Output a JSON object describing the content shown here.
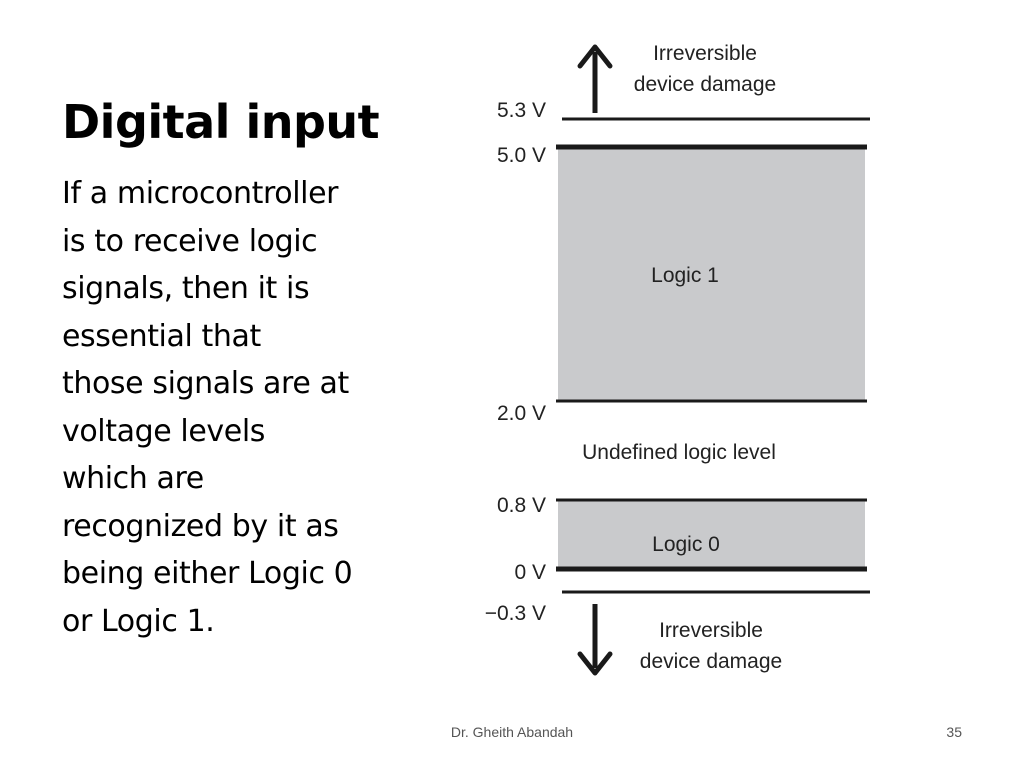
{
  "slide": {
    "title": "Digital input",
    "body_lines": [
      "If a microcontroller",
      "is to receive logic",
      "signals, then it is",
      "essential that",
      "those signals are at",
      "voltage levels",
      "which are",
      "recognized by it as",
      "being either Logic 0",
      "or Logic 1."
    ]
  },
  "diagram": {
    "levels": [
      {
        "label": "5.3 V",
        "value": 5.3
      },
      {
        "label": "5.0 V",
        "value": 5.0
      },
      {
        "label": "2.0 V",
        "value": 2.0
      },
      {
        "label": "0.8 V",
        "value": 0.8
      },
      {
        "label": "0 V",
        "value": 0
      },
      {
        "label": "−0.3 V",
        "value": -0.3
      }
    ],
    "logic1_label": "Logic 1",
    "logic0_label": "Logic 0",
    "undefined_label": "Undefined logic level",
    "damage_top": [
      "Irreversible",
      "device damage"
    ],
    "damage_bottom": [
      "Irreversible",
      "device damage"
    ],
    "colors": {
      "band_fill": "#c9cacc",
      "line": "#1a1a1a"
    }
  },
  "footer": {
    "author": "Dr. Gheith Abandah",
    "page_number": "35"
  }
}
